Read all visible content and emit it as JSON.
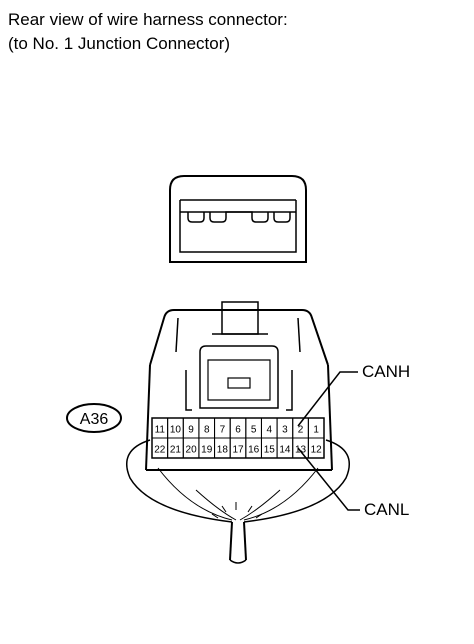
{
  "caption": {
    "line1": "Rear view of wire harness connector:",
    "line2": "(to No. 1 Junction Connector)"
  },
  "connector_id": "A36",
  "labels": {
    "canh": "CANH",
    "canl": "CANL"
  },
  "pins": {
    "top_row": [
      "11",
      "10",
      "9",
      "8",
      "7",
      "6",
      "5",
      "4",
      "3",
      "2",
      "1"
    ],
    "bottom_row": [
      "22",
      "21",
      "20",
      "19",
      "18",
      "17",
      "16",
      "15",
      "14",
      "13",
      "12"
    ]
  },
  "highlighted_pins": {
    "canh": "2",
    "canl": "13"
  }
}
